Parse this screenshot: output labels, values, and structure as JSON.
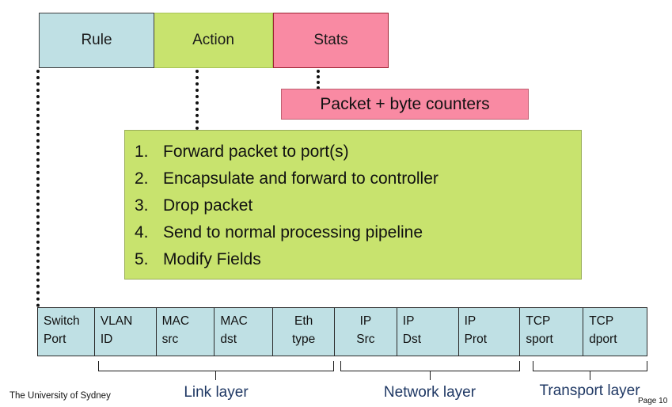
{
  "slide": {
    "top_bar": [
      {
        "label": "Rule",
        "name": "rule"
      },
      {
        "label": "Action",
        "name": "action"
      },
      {
        "label": "Stats",
        "name": "stats"
      }
    ],
    "counters_box": {
      "label": "Packet + byte counters"
    },
    "actions": {
      "items": [
        {
          "num": "1.",
          "text": "Forward packet to port(s)"
        },
        {
          "num": "2.",
          "text": "Encapsulate and forward to controller"
        },
        {
          "num": "3.",
          "text": "Drop packet"
        },
        {
          "num": "4.",
          "text": "Send to normal processing pipeline"
        },
        {
          "num": "5.",
          "text": "Modify Fields"
        }
      ]
    },
    "header_fields": [
      {
        "line1": "Switch",
        "line2": "Port",
        "align": "left"
      },
      {
        "line1": "VLAN",
        "line2": "ID",
        "align": "left"
      },
      {
        "line1": "MAC",
        "line2": "src",
        "align": "left"
      },
      {
        "line1": "MAC",
        "line2": "dst",
        "align": "left"
      },
      {
        "line1": "Eth",
        "line2": "type",
        "align": "center"
      },
      {
        "line1": "IP",
        "line2": "Src",
        "align": "center"
      },
      {
        "line1": "IP",
        "line2": "Dst",
        "align": "left"
      },
      {
        "line1": "IP",
        "line2": "Prot",
        "align": "left"
      },
      {
        "line1": "TCP",
        "line2": "sport",
        "align": "left"
      },
      {
        "line1": "TCP",
        "line2": "dport",
        "align": "left"
      }
    ],
    "layers": [
      {
        "label": "Link layer"
      },
      {
        "label": "Network layer"
      },
      {
        "label": "Transport layer"
      }
    ],
    "footer": {
      "organisation": "The University of Sydney",
      "page": "Page 10"
    },
    "colors": {
      "rule_fill": "#bfe0e4",
      "action_fill": "#c8e36e",
      "stats_fill": "#f98aa3",
      "layer_label": "#1f3864",
      "border_dark": "#2b2b2b"
    }
  }
}
